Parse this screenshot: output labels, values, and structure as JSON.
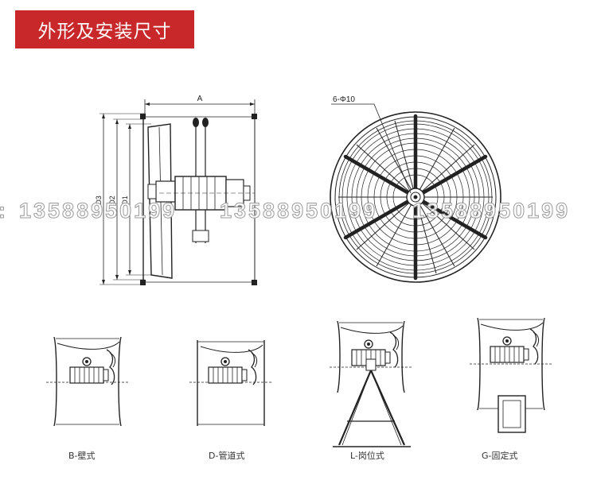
{
  "header": {
    "title": "外形及安装尺寸"
  },
  "side_view": {
    "dim_a": "A",
    "dim_d3": "D3",
    "dim_d2": "D2",
    "dim_d1": "D1"
  },
  "front_view": {
    "hole_label": "6-Φ10"
  },
  "install_types": [
    {
      "caption": "B-壁式"
    },
    {
      "caption": "D-管道式"
    },
    {
      "caption": "L-岗位式"
    },
    {
      "caption": "G-固定式"
    }
  ],
  "watermark": {
    "text": "13588950199",
    "leading": ":"
  },
  "colors": {
    "header_bg": "#c8282a",
    "line": "#222222",
    "watermark_stroke": "#9a9a9a"
  }
}
